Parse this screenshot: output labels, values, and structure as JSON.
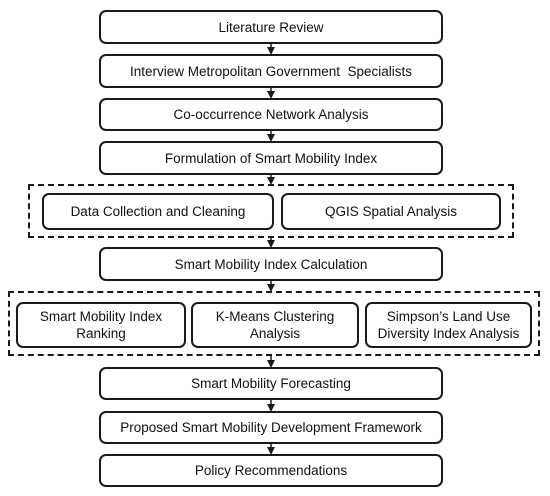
{
  "steps": {
    "literature_review": "Literature Review",
    "interview": "Interview Metropolitan Government  Specialists",
    "cooccurrence": "Co-occurrence Network Analysis",
    "formulation": "Formulation of Smart Mobility Index",
    "data_collection": "Data Collection and Cleaning",
    "qgis": "QGIS Spatial Analysis",
    "index_calculation": "Smart Mobility Index Calculation",
    "index_ranking": "Smart Mobility Index Ranking",
    "kmeans": "K-Means Clustering Analysis",
    "simpson": "Simpson’s Land Use Diversity Index Analysis",
    "forecasting": "Smart Mobility Forecasting",
    "framework": "Proposed Smart Mobility Development Framework",
    "policy": "Policy Recommendations"
  }
}
